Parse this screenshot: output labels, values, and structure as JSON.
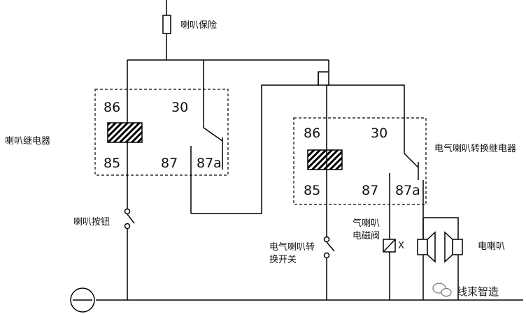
{
  "labels": {
    "horn_fuse": "喇叭保险",
    "horn_relay": "喇叭继电器",
    "horn_button": "喇叭按钮",
    "changeover_switch_line1": "电气喇叭转",
    "changeover_switch_line2": "换开关",
    "air_horn_valve_line1": "气喇叭",
    "air_horn_valve_line2": "电磁阀",
    "changeover_relay": "电气喇叭转换继电器",
    "electric_horn": "电喇叭",
    "watermark": "线束智造"
  },
  "relay1_pins": {
    "p86": "86",
    "p30": "30",
    "p85": "85",
    "p87": "87",
    "p87a": "87a"
  },
  "relay2_pins": {
    "p86": "86",
    "p30": "30",
    "p85": "85",
    "p87": "87",
    "p87a": "87a"
  },
  "valve_mark": "X",
  "colors": {
    "line": "#000000",
    "background": "#ffffff",
    "coil_hatch": "#000000"
  },
  "icons": [
    "fuse-icon",
    "switch-icon",
    "relay-coil-icon",
    "ground-symbol-icon",
    "solenoid-valve-icon",
    "horn-speaker-icon",
    "wechat-icon"
  ]
}
